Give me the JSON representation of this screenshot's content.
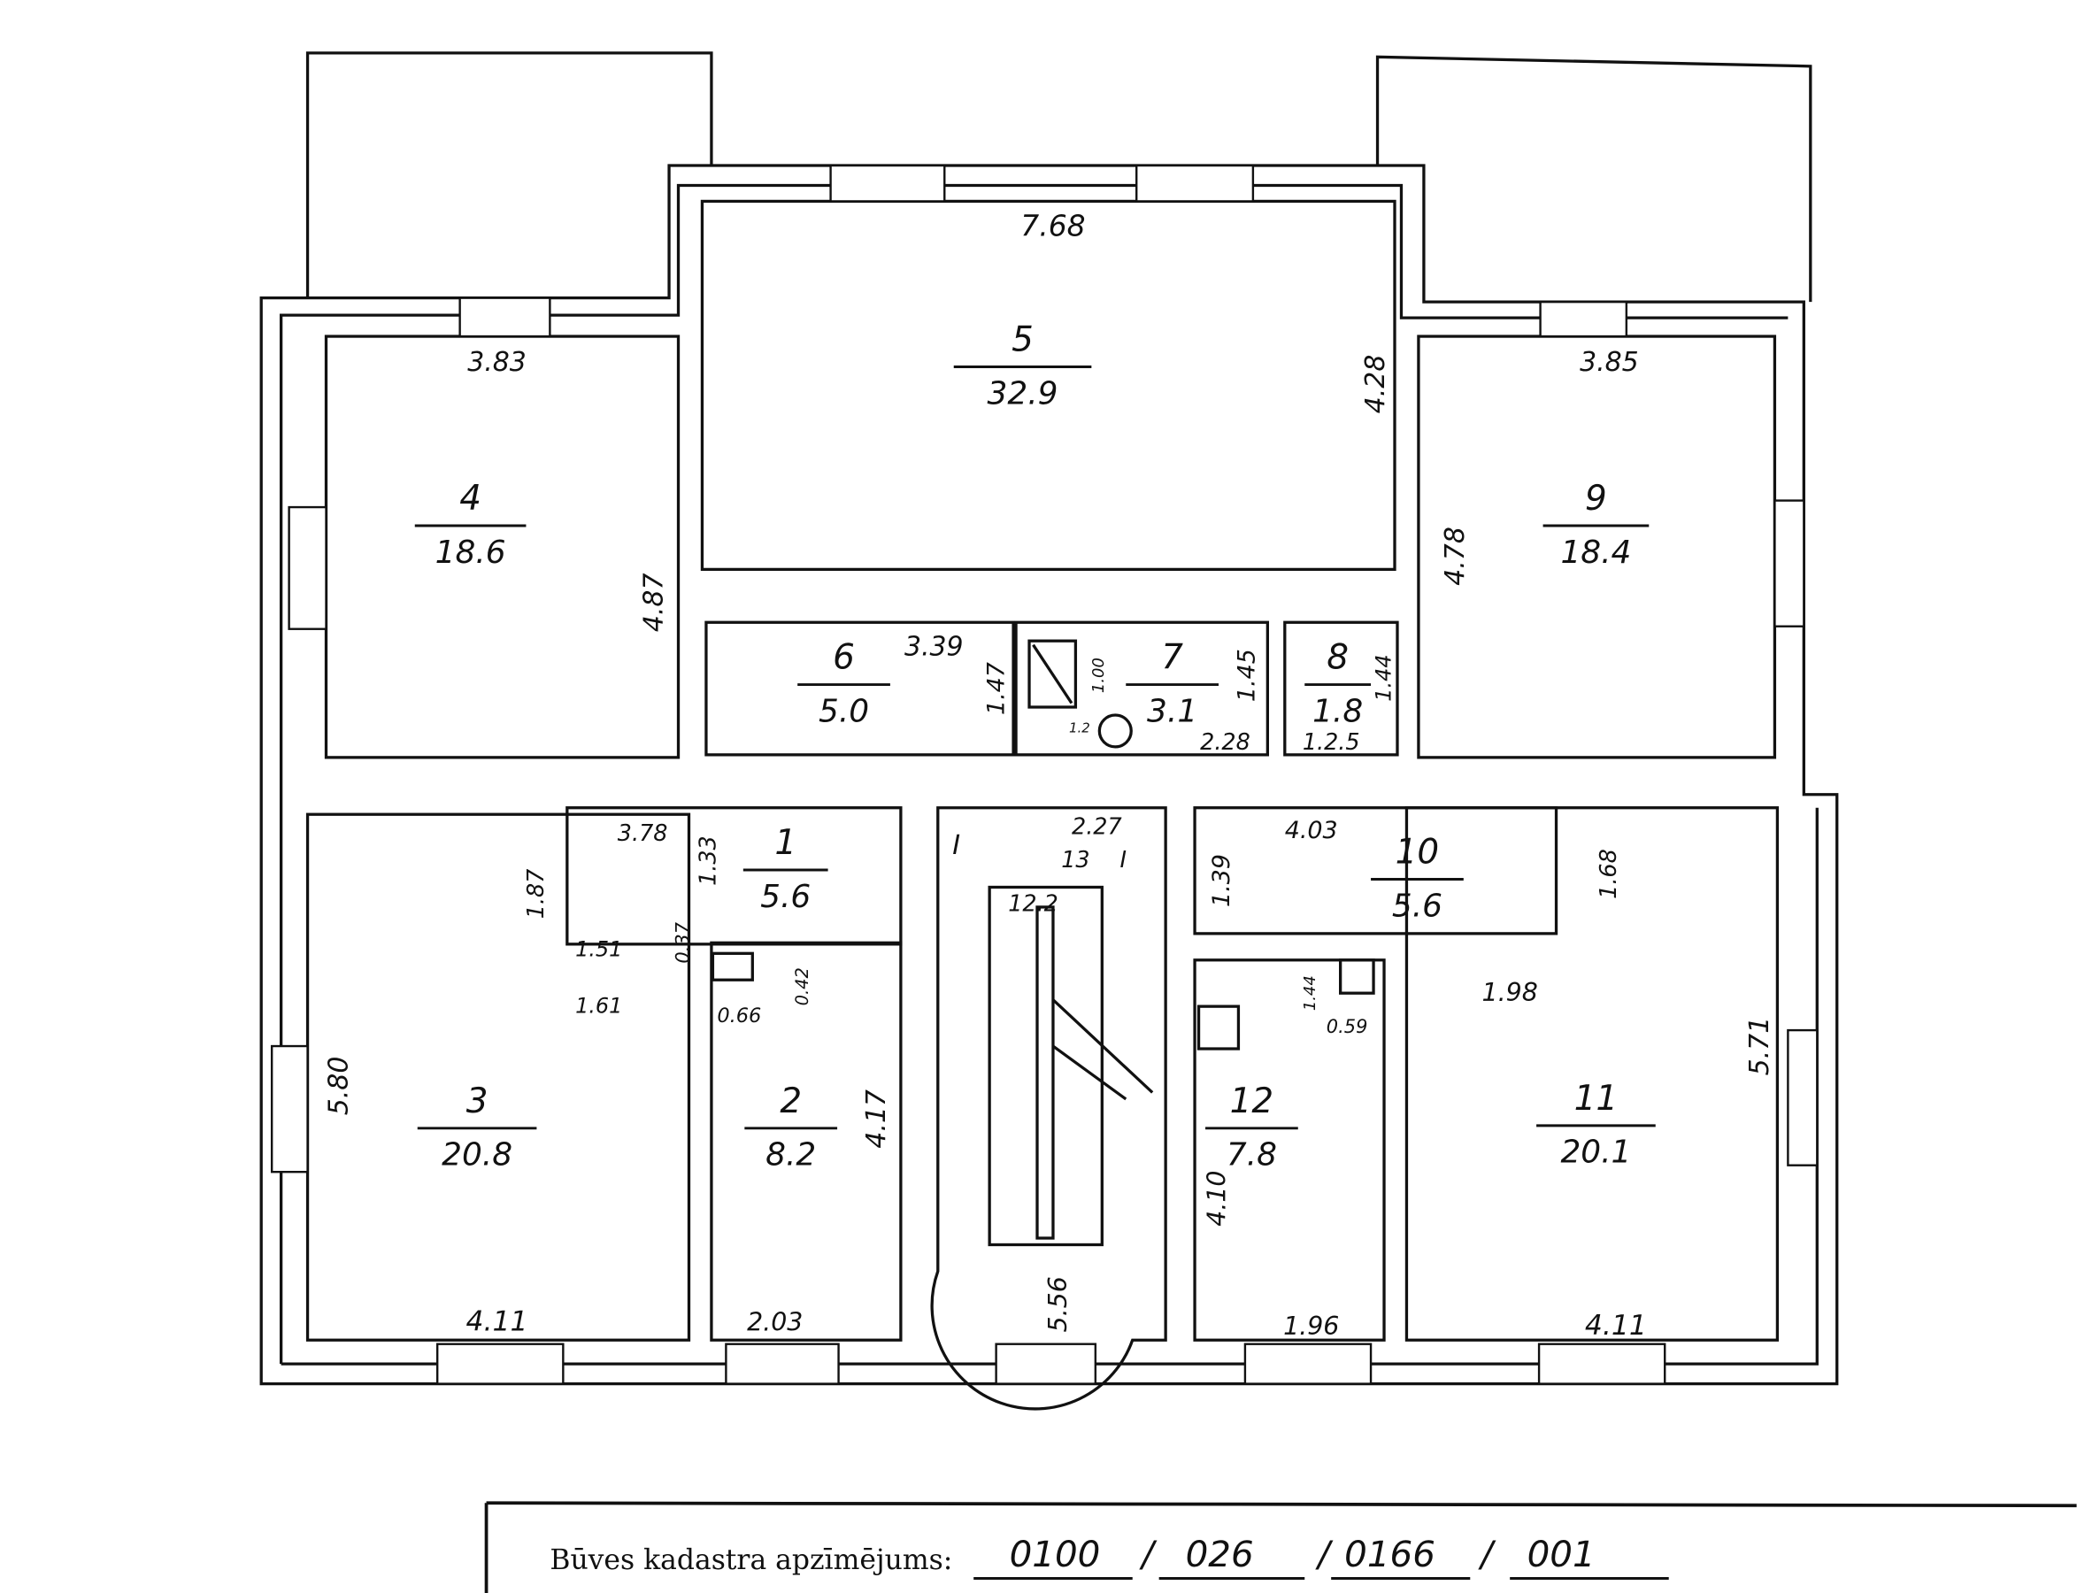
{
  "rooms": [
    {
      "number": "1",
      "area": "5.6"
    },
    {
      "number": "2",
      "area": "8.2"
    },
    {
      "number": "3",
      "area": "20.8"
    },
    {
      "number": "4",
      "area": "18.6"
    },
    {
      "number": "5",
      "area": "32.9"
    },
    {
      "number": "6",
      "area": "5.0"
    },
    {
      "number": "7",
      "area": "3.1"
    },
    {
      "number": "8",
      "area": "1.8"
    },
    {
      "number": "9",
      "area": "18.4"
    },
    {
      "number": "10",
      "area": "5.6"
    },
    {
      "number": "11",
      "area": "20.1"
    },
    {
      "number": "12",
      "area": "7.8"
    }
  ],
  "dims": {
    "d768": "7.68",
    "d383": "3.83",
    "d385": "3.85",
    "d487": "4.87",
    "d428": "4.28",
    "d478": "4.78",
    "d339": "3.39",
    "d147": "1.47",
    "d100": "1.00",
    "d12": "1.2",
    "d145": "1.45",
    "d144a": "1.44",
    "d228": "2.28",
    "d125": "1.2.5",
    "d378": "3.78",
    "d133": "1.33",
    "d187": "1.87",
    "d151": "1.51",
    "d037": "0.37",
    "d161": "1.61",
    "d066": "0.66",
    "d042": "0.42",
    "d403": "4.03",
    "d139": "1.39",
    "d168": "1.68",
    "d198": "1.98",
    "d144b": "1.44",
    "d059": "0.59",
    "d580": "5.80",
    "d417": "4.17",
    "d411a": "4.11",
    "d203": "2.03",
    "d556": "5.56",
    "d410": "4.10",
    "d196": "1.96",
    "d571": "5.71",
    "d411b": "4.11"
  },
  "stair": {
    "floor_mark": "I",
    "width": "2.27",
    "steps": "13",
    "floor_mark2": "I",
    "area": "12.2"
  },
  "footer": {
    "label": "Būves kadastra apzīmējums:",
    "code": [
      "0100",
      "026",
      "0166",
      "001"
    ],
    "sep": "/"
  }
}
